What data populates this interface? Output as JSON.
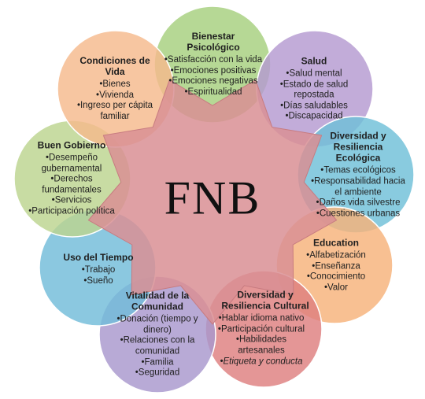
{
  "center": {
    "title": "FNB"
  },
  "domains": [
    {
      "title": "Bienestar Psicológico",
      "items": [
        "Satisfacción con la vida",
        "Emociones positivas",
        "Emociones negativas",
        "Espiritualidad"
      ],
      "color": "#a6d07e"
    },
    {
      "title": "Salud",
      "items": [
        "Salud mental",
        "Estado de salud repostada",
        "Días saludables",
        "Discapacidad"
      ],
      "color": "#b49ad1"
    },
    {
      "title": "Diversidad y Resiliencia Ecológica",
      "items": [
        "Temas ecológicos",
        "Responsabilidad hacia el ambiente",
        "Daños vida silvestre",
        "Cuestiones urbanas"
      ],
      "color": "#6fc0d8"
    },
    {
      "title": "Education",
      "items": [
        "Alfabetización",
        "Enseñanza",
        "Conocimiento",
        "Valor"
      ],
      "color": "#f6b27a"
    },
    {
      "title": "Diversidad y Resiliencia Cultural",
      "items": [
        "Hablar idioma nativo",
        "Participación cultural",
        "Habilidades artesanales",
        "Etiqueta y conducta"
      ],
      "color": "#de7f7f"
    },
    {
      "title": "Vitalidad de la Comunidad",
      "items": [
        "Donación (tiempo y dinero)",
        "Relaciones con la comunidad",
        "Familia",
        "Seguridad"
      ],
      "color": "#a897cd"
    },
    {
      "title": "Uso del Tiempo",
      "items": [
        "Trabajo",
        "Sueño"
      ],
      "color": "#72bcd9"
    },
    {
      "title": "Buen Gobierno",
      "items": [
        "Desempeño gubernamental",
        "Derechos fundamentales",
        "Servicios",
        "Participación política"
      ],
      "color": "#bcd48f"
    },
    {
      "title": "Condiciones de Vida",
      "items": [
        "Bienes",
        "Vivienda",
        "Ingreso per cápita familiar"
      ],
      "color": "#f5ba8c"
    }
  ],
  "colors": {
    "center": "#d98f94",
    "center_stroke": "#c77b80",
    "circle_stroke": "#ffffff"
  }
}
